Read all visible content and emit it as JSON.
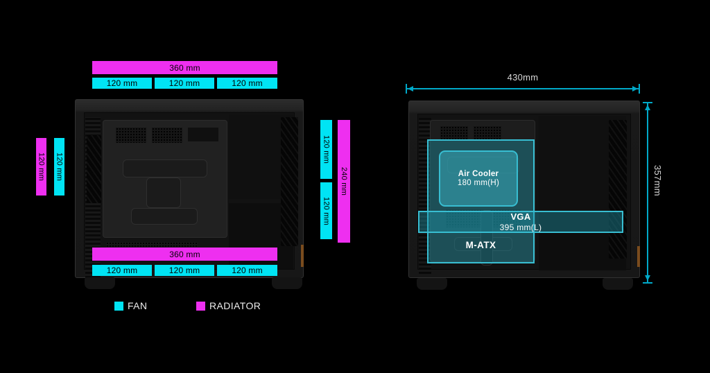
{
  "colors": {
    "fan": "#00e4f4",
    "radiator": "#ee2ff0",
    "dim": "#00a9c9",
    "overlay_border": "#38bed2",
    "overlay_fill": "rgba(32,150,170,0.42)",
    "overlay_fill_strong": "rgba(56,172,188,0.55)"
  },
  "left_panel": {
    "top": {
      "radiator": "360 mm",
      "fans": [
        "120 mm",
        "120 mm",
        "120 mm"
      ]
    },
    "bottom": {
      "radiator": "360 mm",
      "fans": [
        "120 mm",
        "120 mm",
        "120 mm"
      ]
    },
    "rear": {
      "radiator": "120 mm",
      "fan": "120 mm"
    },
    "front": {
      "fans": [
        "120 mm",
        "120 mm"
      ],
      "radiator": "240 mm"
    },
    "legend": {
      "fan": "FAN",
      "radiator": "RADIATOR"
    }
  },
  "right_panel": {
    "width_label": "430mm",
    "height_label": "357mm",
    "air_cooler": {
      "title": "Air Cooler",
      "value": "180 mm(H)"
    },
    "vga": {
      "title": "VGA",
      "value": "395 mm(L)"
    },
    "matx_label": "M-ATX"
  }
}
